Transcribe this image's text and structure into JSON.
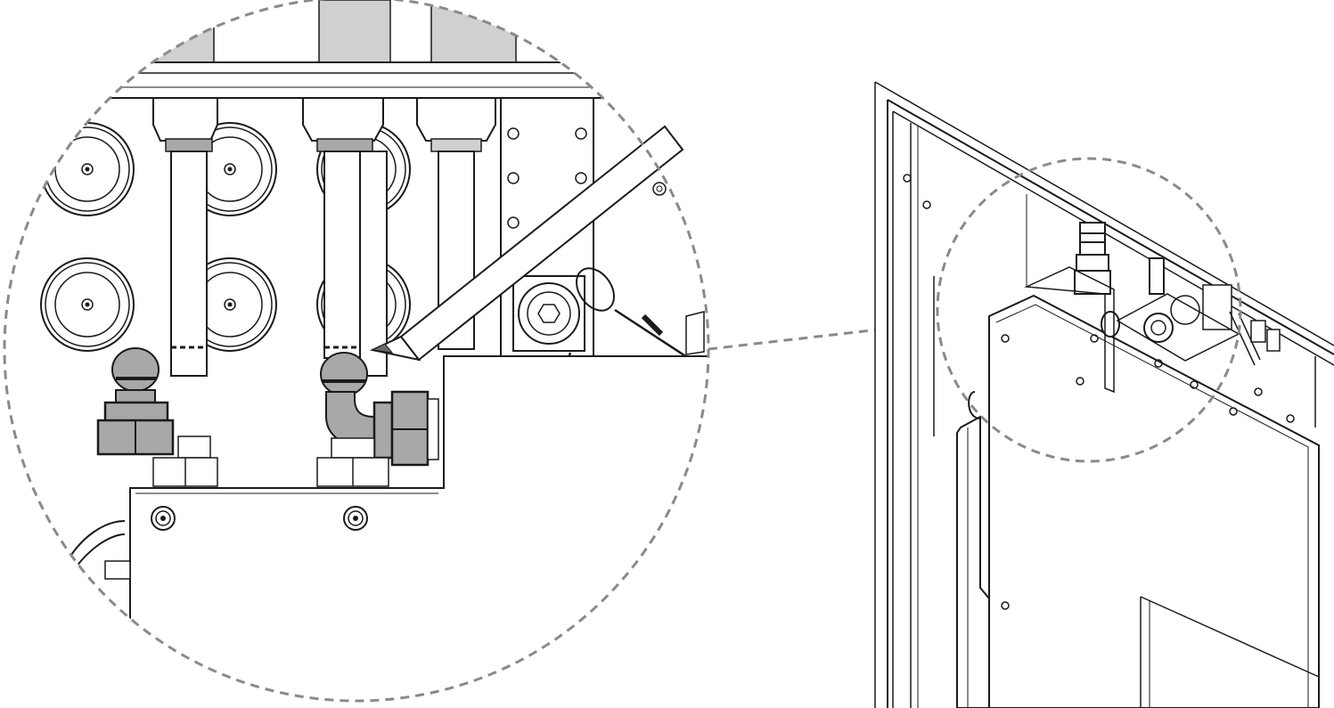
{
  "image": {
    "kind": "technical installation illustration",
    "views": [
      "detail-magnified-view",
      "overview-cabinet-view"
    ],
    "colors": {
      "background": "#ffffff",
      "line": "#1a1a1a",
      "callout_dash": "#8a8a8a",
      "highlight_fill": "#a8a8a8",
      "light_fill": "#d0d0d0"
    },
    "icons": [
      "pencil-icon",
      "carabiner-icon",
      "hex-bolt-icon",
      "screw-icon",
      "filter-cap-icon"
    ]
  }
}
